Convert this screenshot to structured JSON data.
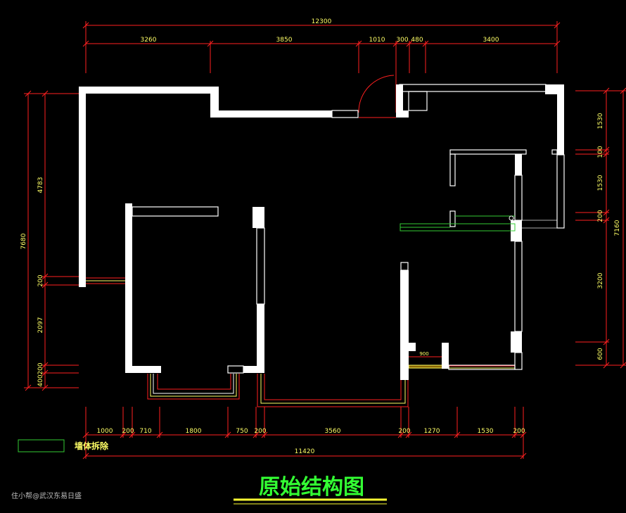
{
  "title": "原始结构图",
  "watermark": "住小帮@武汉东易日盛",
  "legend": {
    "label": "墙体拆除"
  },
  "colors": {
    "wall": "#ffffff",
    "dimension": "#ff2020",
    "text": "#ffff66",
    "title": "#33ff33",
    "demolish": "#33cc33"
  },
  "dims": {
    "top_total": "12300",
    "top": [
      "3260",
      "3850",
      "1010",
      "300",
      "480",
      "3400"
    ],
    "bottom_total": "11420",
    "bottom": [
      "1000",
      "200",
      "710",
      "1800",
      "750",
      "200",
      "3560",
      "200",
      "1270",
      "1530",
      "200"
    ],
    "left_total": "7680",
    "left": [
      "4783",
      "200",
      "2097",
      "200",
      "400"
    ],
    "right_total": "7160",
    "right": [
      "1530",
      "100",
      "1530",
      "200",
      "3200",
      "600"
    ],
    "inner": "900"
  }
}
